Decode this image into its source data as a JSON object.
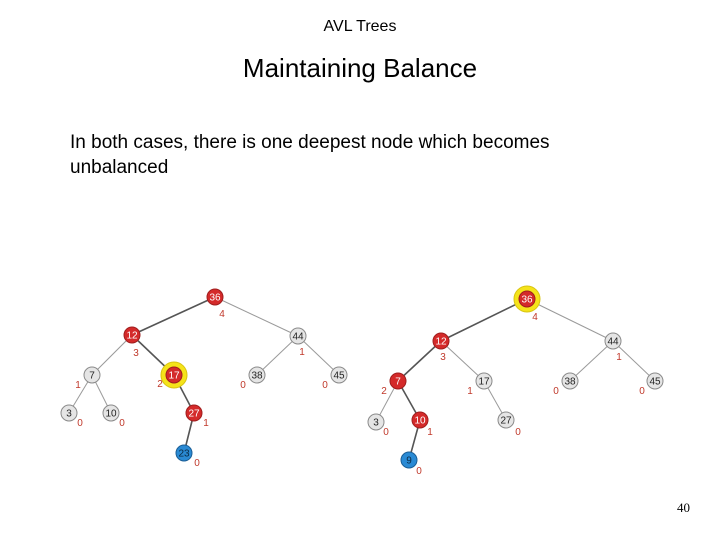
{
  "header": "AVL Trees",
  "title": "Maintaining Balance",
  "body_text": "In both cases, there is one deepest node which becomes unbalanced",
  "page_number": "40",
  "colors": {
    "balanced_node": "#e5e5e5",
    "unbalanced_path": "#d42a2a",
    "inserted_node": "#2a8ad4",
    "highlight": "#f5e31a",
    "height_label": "#c0392b",
    "edge": "#9a9a9a"
  },
  "trees": [
    {
      "nodes": [
        {
          "id": "36",
          "label": "36",
          "height": "4",
          "kind": "path",
          "highlight": false
        },
        {
          "id": "12",
          "label": "12",
          "height": "3",
          "kind": "path",
          "highlight": false
        },
        {
          "id": "44",
          "label": "44",
          "height": "1",
          "kind": "normal",
          "highlight": false
        },
        {
          "id": "7",
          "label": "7",
          "height": "1",
          "kind": "normal",
          "highlight": false
        },
        {
          "id": "17",
          "label": "17",
          "height": "2",
          "kind": "path",
          "highlight": true
        },
        {
          "id": "38",
          "label": "38",
          "height": "0",
          "kind": "normal",
          "highlight": false
        },
        {
          "id": "45",
          "label": "45",
          "height": "0",
          "kind": "normal",
          "highlight": false
        },
        {
          "id": "3",
          "label": "3",
          "height": "0",
          "kind": "normal",
          "highlight": false
        },
        {
          "id": "10",
          "label": "10",
          "height": "0",
          "kind": "normal",
          "highlight": false
        },
        {
          "id": "27",
          "label": "27",
          "height": "1",
          "kind": "path",
          "highlight": false
        },
        {
          "id": "23",
          "label": "23",
          "height": "0",
          "kind": "inserted",
          "highlight": false
        }
      ],
      "edges": [
        [
          "36",
          "12"
        ],
        [
          "36",
          "44"
        ],
        [
          "12",
          "7"
        ],
        [
          "12",
          "17"
        ],
        [
          "44",
          "38"
        ],
        [
          "44",
          "45"
        ],
        [
          "7",
          "3"
        ],
        [
          "7",
          "10"
        ],
        [
          "17",
          "27"
        ],
        [
          "27",
          "23"
        ]
      ]
    },
    {
      "nodes": [
        {
          "id": "36",
          "label": "36",
          "height": "4",
          "kind": "path",
          "highlight": true
        },
        {
          "id": "12",
          "label": "12",
          "height": "3",
          "kind": "path",
          "highlight": false
        },
        {
          "id": "44",
          "label": "44",
          "height": "1",
          "kind": "normal",
          "highlight": false
        },
        {
          "id": "7",
          "label": "7",
          "height": "2",
          "kind": "path",
          "highlight": false
        },
        {
          "id": "17",
          "label": "17",
          "height": "1",
          "kind": "normal",
          "highlight": false
        },
        {
          "id": "38",
          "label": "38",
          "height": "0",
          "kind": "normal",
          "highlight": false
        },
        {
          "id": "45",
          "label": "45",
          "height": "0",
          "kind": "normal",
          "highlight": false
        },
        {
          "id": "3",
          "label": "3",
          "height": "0",
          "kind": "normal",
          "highlight": false
        },
        {
          "id": "10",
          "label": "10",
          "height": "1",
          "kind": "path",
          "highlight": false
        },
        {
          "id": "27",
          "label": "27",
          "height": "0",
          "kind": "normal",
          "highlight": false
        },
        {
          "id": "9",
          "label": "9",
          "height": "0",
          "kind": "inserted",
          "highlight": false
        }
      ],
      "edges": [
        [
          "36",
          "12"
        ],
        [
          "36",
          "44"
        ],
        [
          "12",
          "7"
        ],
        [
          "12",
          "17"
        ],
        [
          "44",
          "38"
        ],
        [
          "44",
          "45"
        ],
        [
          "7",
          "3"
        ],
        [
          "7",
          "10"
        ],
        [
          "17",
          "27"
        ],
        [
          "10",
          "9"
        ]
      ]
    }
  ]
}
